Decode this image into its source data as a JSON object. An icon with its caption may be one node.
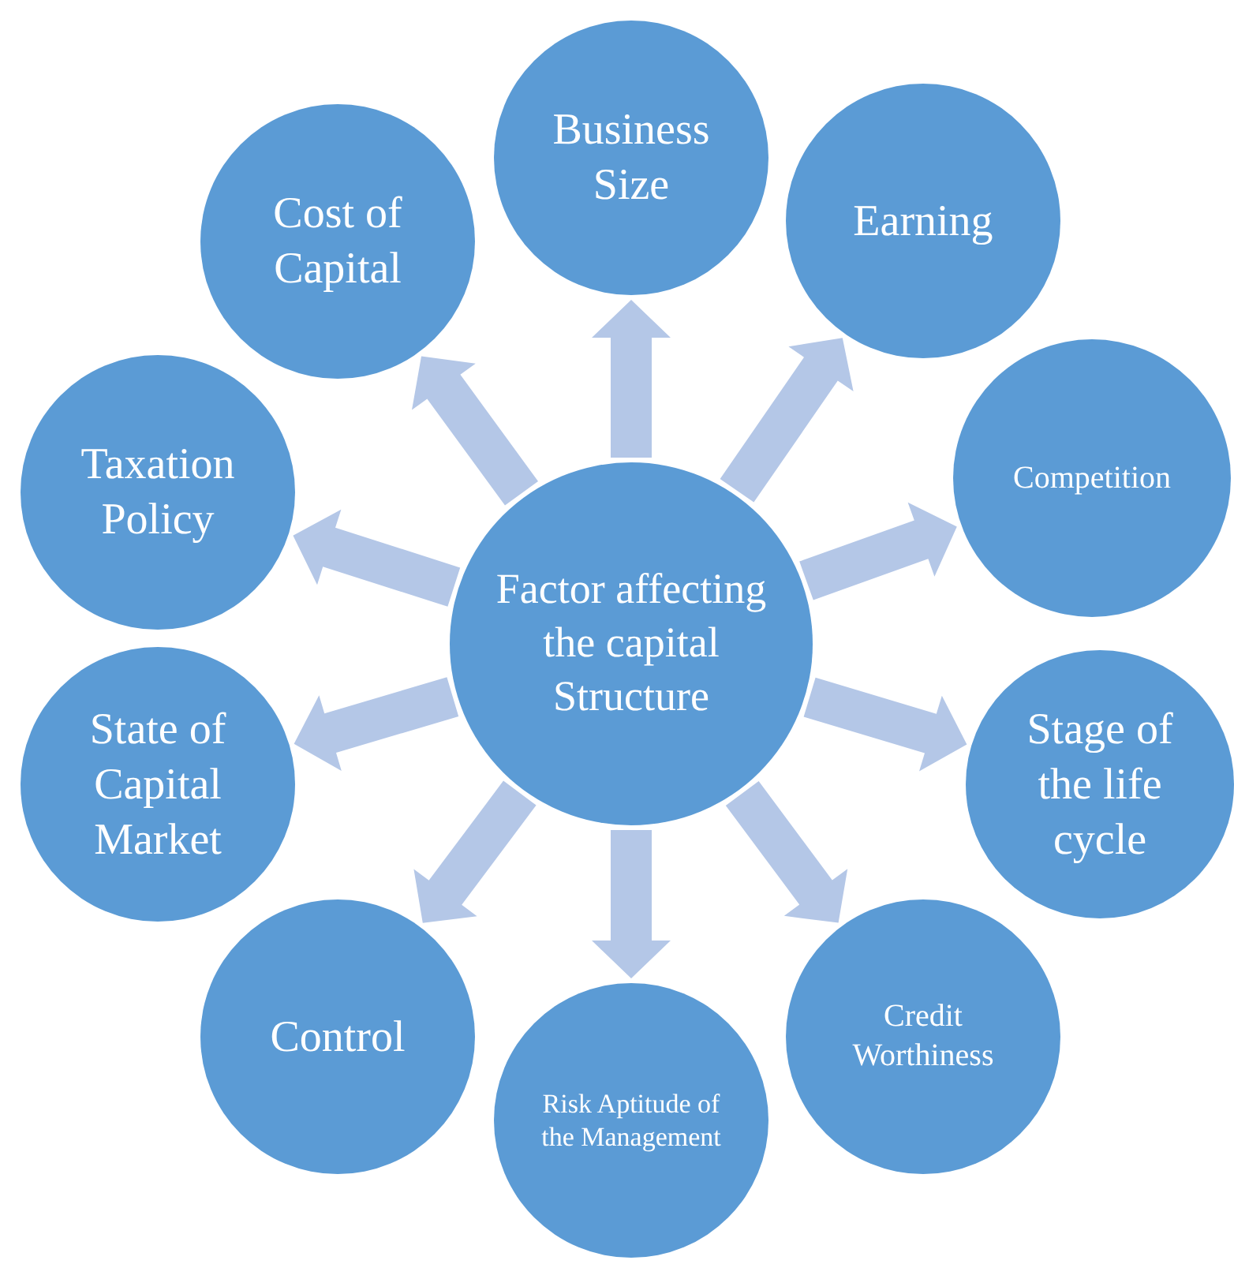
{
  "diagram": {
    "nodes": [
      {
        "text": [
          "Factor affecting the capital Structure"
        ]
      },
      {
        "text": [
          "Business Size"
        ]
      },
      {
        "text": [
          "Earning"
        ]
      },
      {
        "text": [
          "Competition"
        ]
      },
      {
        "text": [
          "Stage of the life cycle"
        ]
      },
      {
        "text": [
          "Credit Worthiness"
        ]
      },
      {
        "text": [
          "Risk Aptitude of the Management"
        ]
      },
      {
        "text": [
          "Control"
        ]
      },
      {
        "text": [
          "State of Capital Market"
        ]
      },
      {
        "text": [
          "Taxation Policy"
        ]
      },
      {
        "text": [
          "Cost of Capital"
        ]
      }
    ],
    "edges": [
      {
        "from": 0,
        "to": 1,
        "arrow": "to",
        "style": "thick"
      },
      {
        "from": 0,
        "to": 2,
        "arrow": "to",
        "style": "thick"
      },
      {
        "from": 0,
        "to": 3,
        "arrow": "to",
        "style": "thick"
      },
      {
        "from": 0,
        "to": 4,
        "arrow": "to",
        "style": "thick"
      },
      {
        "from": 0,
        "to": 5,
        "arrow": "to",
        "style": "thick"
      },
      {
        "from": 0,
        "to": 6,
        "arrow": "to",
        "style": "thick"
      },
      {
        "from": 0,
        "to": 7,
        "arrow": "to",
        "style": "thick"
      },
      {
        "from": 0,
        "to": 8,
        "arrow": "to",
        "style": "thick"
      },
      {
        "from": 0,
        "to": 9,
        "arrow": "to",
        "style": "thick"
      },
      {
        "from": 0,
        "to": 10,
        "arrow": "to",
        "style": "thick"
      }
    ]
  }
}
